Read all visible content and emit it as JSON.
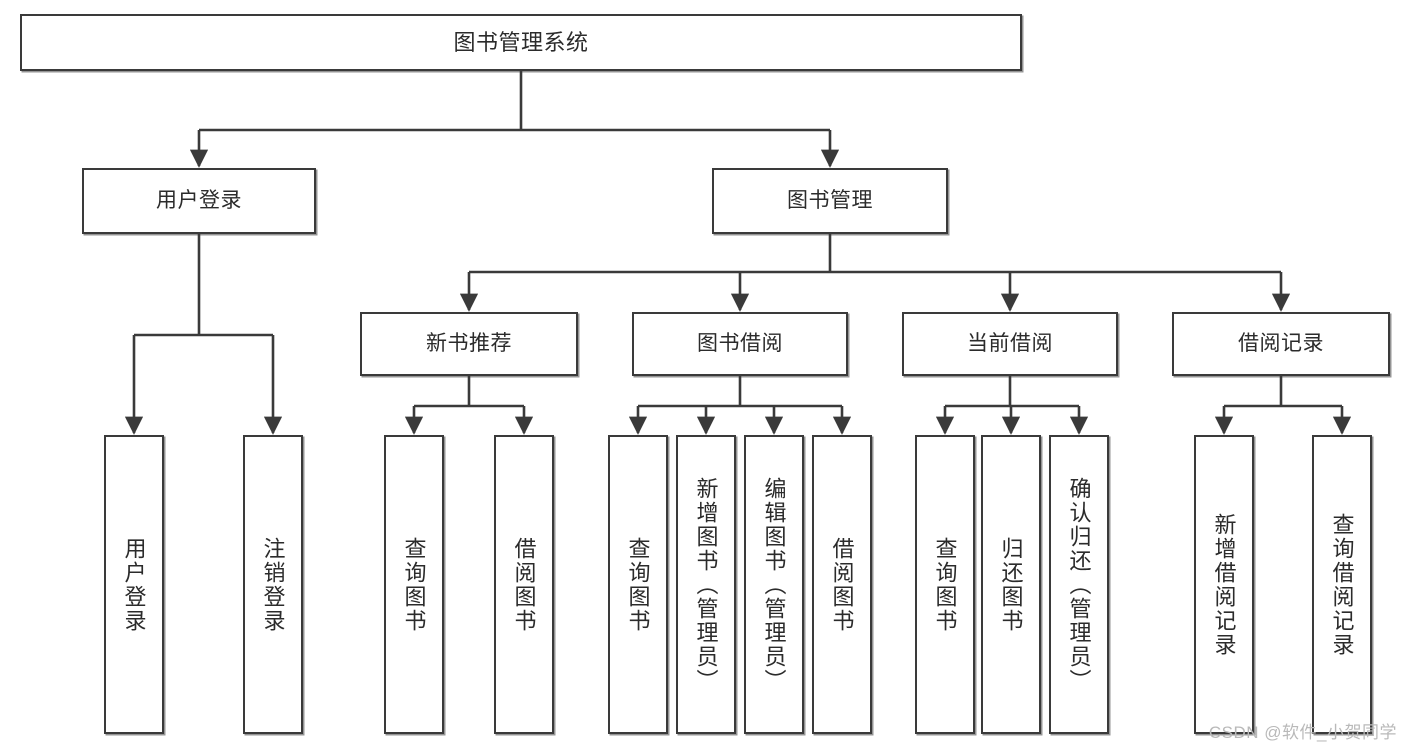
{
  "diagram": {
    "title": "图书管理系统",
    "type": "hierarchy-tree",
    "root": {
      "label": "图书管理系统"
    },
    "level2": [
      {
        "label": "用户登录"
      },
      {
        "label": "图书管理"
      }
    ],
    "level3": [
      {
        "label": "新书推荐"
      },
      {
        "label": "图书借阅"
      },
      {
        "label": "当前借阅"
      },
      {
        "label": "借阅记录"
      }
    ],
    "leaves": {
      "user_login": [
        {
          "label": "用户登录"
        },
        {
          "label": "注销登录"
        }
      ],
      "new_book_recommend": [
        {
          "label": "查询图书"
        },
        {
          "label": "借阅图书"
        }
      ],
      "book_borrow": [
        {
          "label": "查询图书"
        },
        {
          "label": "新增图书（管理员）"
        },
        {
          "label": "编辑图书（管理员）"
        },
        {
          "label": "借阅图书"
        }
      ],
      "current_borrow": [
        {
          "label": "查询图书"
        },
        {
          "label": "归还图书"
        },
        {
          "label": "确认归还（管理员）"
        }
      ],
      "borrow_record": [
        {
          "label": "新增借阅记录"
        },
        {
          "label": "查询借阅记录"
        }
      ]
    }
  },
  "watermark": {
    "text": "CSDN @软件_小贺同学"
  },
  "colors": {
    "box_border": "#3a3a3a",
    "line": "#3a3a3a",
    "text": "#2b2b2b",
    "background": "#ffffff",
    "watermark": "#b9b9b9"
  }
}
